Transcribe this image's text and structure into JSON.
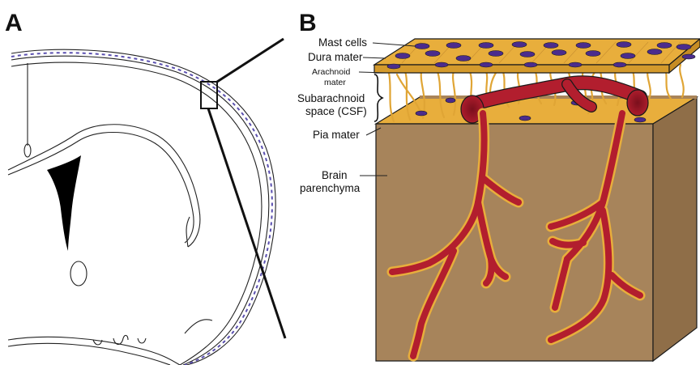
{
  "panels": {
    "a": {
      "letter": "A"
    },
    "b": {
      "letter": "B"
    }
  },
  "labels": {
    "mast_cells": "Mast cells",
    "dura_mater": "Dura mater",
    "arachnoid_line1": "Arachnoid",
    "arachnoid_line2": "mater",
    "subarachnoid_line1": "Subarachnoid",
    "subarachnoid_line2": "space (CSF)",
    "pia_mater": "Pia mater",
    "brain_line1": "Brain",
    "brain_line2": "parenchyma"
  },
  "colors": {
    "dura": "#E8AE3C",
    "mast_cell": "#4B2C8C",
    "brain_top": "#A98459",
    "brain_front": "#A7845B",
    "brain_side": "#8F6E48",
    "vessel": "#B21E2E",
    "vessel_sheath": "#E8AE3C",
    "outline": "#1a1a1a"
  }
}
